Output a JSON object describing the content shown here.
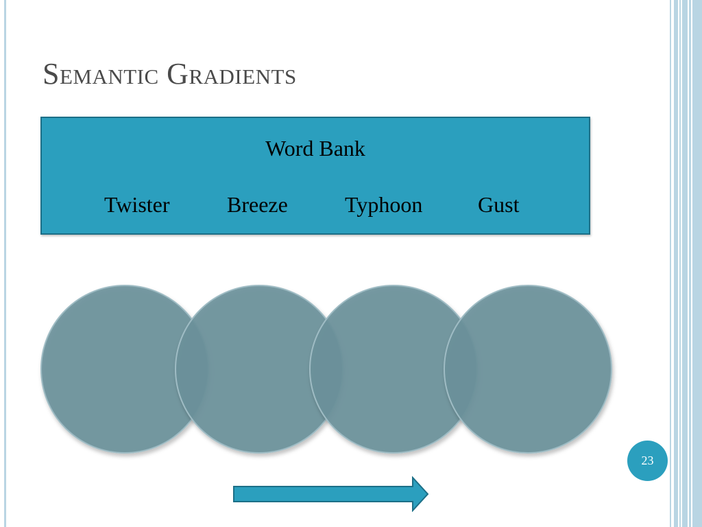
{
  "slide": {
    "title": "Semantic Gradients",
    "word_bank": {
      "heading": "Word Bank",
      "words": [
        "Twister",
        "Breeze",
        "Typhoon",
        "Gust"
      ]
    },
    "circle_count": 4,
    "page_number": "23"
  },
  "colors": {
    "accent": "#2b9fbe",
    "circle_fill": "#6b919b",
    "title_text": "#4a4a4a",
    "frame": "#b9d5e3"
  }
}
